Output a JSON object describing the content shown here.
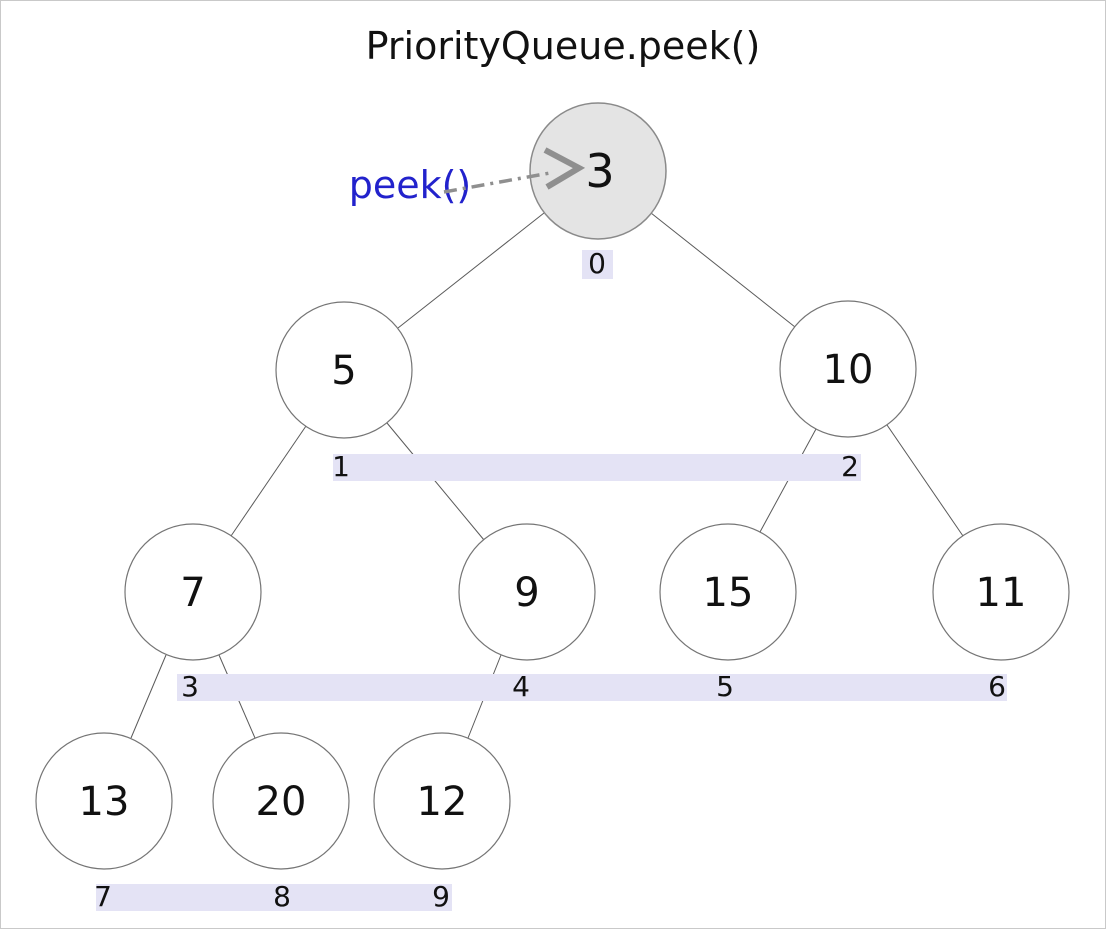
{
  "title": "PriorityQueue.peek()",
  "annotation": {
    "label": "peek()",
    "label_color": "#2222cc",
    "arrow_color": "#8f8f8f",
    "target_node_value": "3"
  },
  "heap": {
    "nodes": [
      {
        "value": "3",
        "index": "0",
        "highlighted": true
      },
      {
        "value": "5",
        "index": "1",
        "highlighted": false
      },
      {
        "value": "10",
        "index": "2",
        "highlighted": false
      },
      {
        "value": "7",
        "index": "3",
        "highlighted": false
      },
      {
        "value": "9",
        "index": "4",
        "highlighted": false
      },
      {
        "value": "15",
        "index": "5",
        "highlighted": false
      },
      {
        "value": "11",
        "index": "6",
        "highlighted": false
      },
      {
        "value": "13",
        "index": "7",
        "highlighted": false
      },
      {
        "value": "20",
        "index": "8",
        "highlighted": false
      },
      {
        "value": "12",
        "index": "9",
        "highlighted": false
      }
    ],
    "edges": [
      [
        "0",
        "1"
      ],
      [
        "0",
        "2"
      ],
      [
        "1",
        "3"
      ],
      [
        "1",
        "4"
      ],
      [
        "2",
        "5"
      ],
      [
        "2",
        "6"
      ],
      [
        "3",
        "7"
      ],
      [
        "3",
        "8"
      ],
      [
        "4",
        "9"
      ]
    ]
  },
  "colors": {
    "highlight_node_fill": "#e4e4e4",
    "node_fill": "#ffffff",
    "node_border": "#757575",
    "index_band": "#e4e3f5",
    "edge": "#5a5a5a",
    "text": "#111111"
  }
}
